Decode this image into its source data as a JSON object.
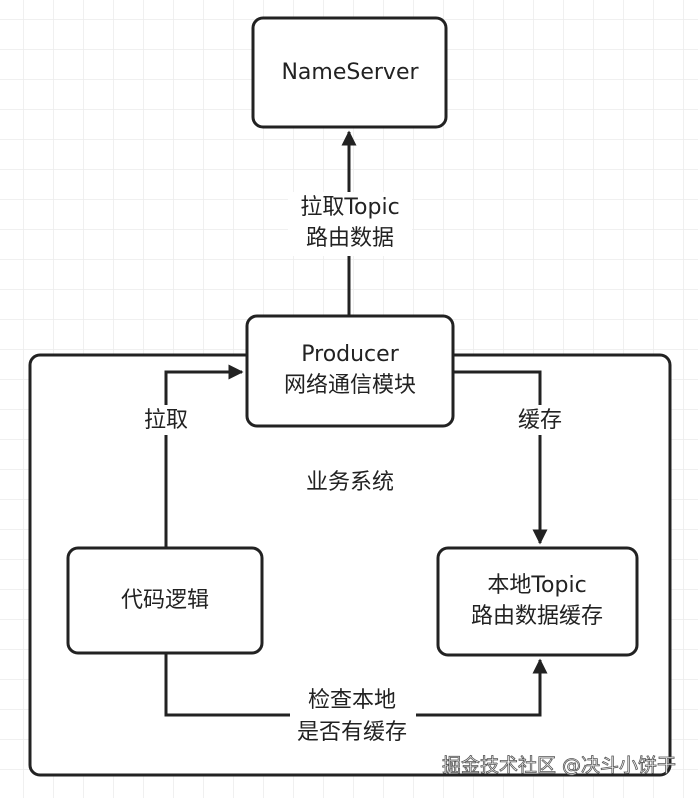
{
  "nodes": {
    "nameserver": "NameServer",
    "producer_line1": "Producer",
    "producer_line2": "网络通信模块",
    "code_logic": "代码逻辑",
    "local_cache_line1": "本地Topic",
    "local_cache_line2": "路由数据缓存",
    "business_system": "业务系统"
  },
  "edges": {
    "fetch_route_line1": "拉取Topic",
    "fetch_route_line2": "路由数据",
    "fetch": "拉取",
    "cache": "缓存",
    "check_line1": "检查本地",
    "check_line2": "是否有缓存"
  },
  "watermark": "掘金技术社区 @决斗小饼干",
  "colors": {
    "stroke": "#222222",
    "grid": "#ececec",
    "background": "#ffffff"
  }
}
